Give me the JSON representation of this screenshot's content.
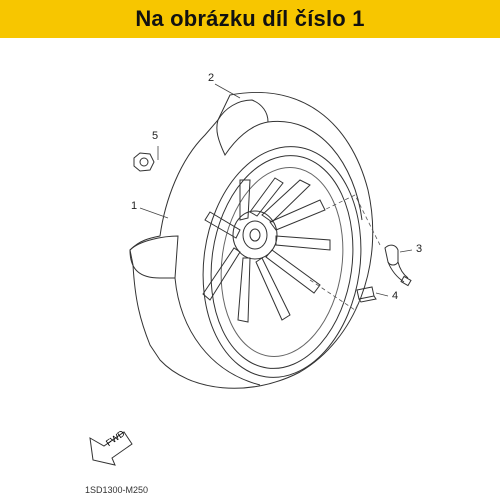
{
  "banner": {
    "title": "Na obrázku díl číslo 1",
    "color": "#f7c600"
  },
  "callouts": [
    {
      "number": "1"
    },
    {
      "number": "2"
    },
    {
      "number": "3"
    },
    {
      "number": "4"
    },
    {
      "number": "5"
    }
  ],
  "fwd_label": "FWD",
  "diagram_code": "1SD1300-M250"
}
